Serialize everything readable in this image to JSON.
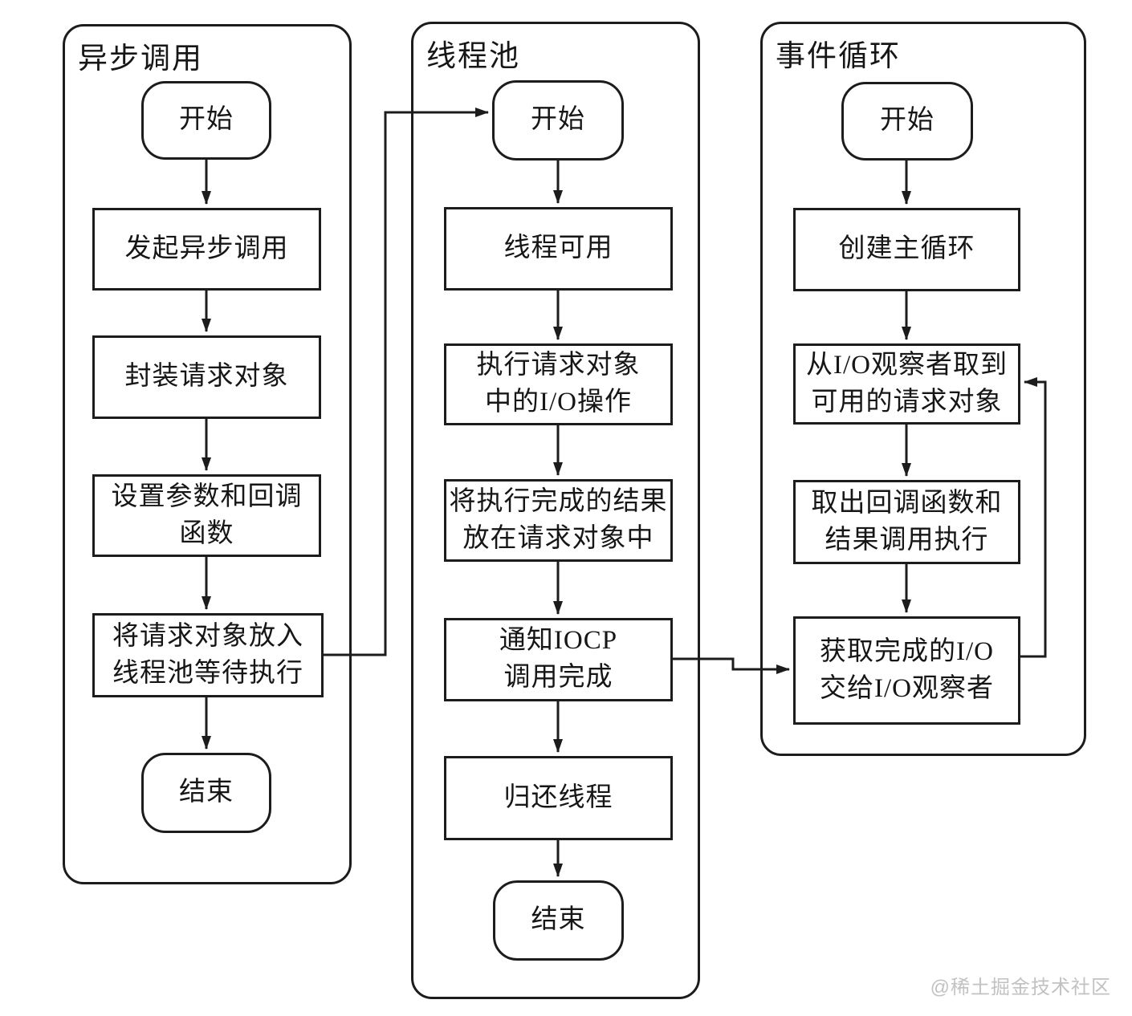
{
  "diagram": {
    "type": "flowchart",
    "colors": {
      "stroke": "#1c1c1c",
      "background": "#ffffff",
      "watermark": "#c2c2c2"
    },
    "watermark": "@稀土掘金技术社区"
  },
  "lanes": [
    {
      "title": "异步调用",
      "nodes": [
        {
          "type": "terminal",
          "lines": [
            "开始"
          ]
        },
        {
          "type": "process",
          "lines": [
            "发起异步调用"
          ]
        },
        {
          "type": "process",
          "lines": [
            "封装请求对象"
          ]
        },
        {
          "type": "process",
          "lines": [
            "设置参数和回调",
            "函数"
          ]
        },
        {
          "type": "process",
          "lines": [
            "将请求对象放入",
            "线程池等待执行"
          ]
        },
        {
          "type": "terminal",
          "lines": [
            "结束"
          ]
        }
      ]
    },
    {
      "title": "线程池",
      "nodes": [
        {
          "type": "terminal",
          "lines": [
            "开始"
          ]
        },
        {
          "type": "process",
          "lines": [
            "线程可用"
          ]
        },
        {
          "type": "process",
          "lines": [
            "执行请求对象",
            "中的I/O操作"
          ]
        },
        {
          "type": "process",
          "lines": [
            "将执行完成的结果",
            "放在请求对象中"
          ]
        },
        {
          "type": "process",
          "lines": [
            "通知IOCP",
            "调用完成"
          ]
        },
        {
          "type": "process",
          "lines": [
            "归还线程"
          ]
        },
        {
          "type": "terminal",
          "lines": [
            "结束"
          ]
        }
      ]
    },
    {
      "title": "事件循环",
      "nodes": [
        {
          "type": "terminal",
          "lines": [
            "开始"
          ]
        },
        {
          "type": "process",
          "lines": [
            "创建主循环"
          ]
        },
        {
          "type": "process",
          "lines": [
            "从I/O观察者取到",
            "可用的请求对象"
          ]
        },
        {
          "type": "process",
          "lines": [
            "取出回调函数和",
            "结果调用执行"
          ]
        },
        {
          "type": "process",
          "lines": [
            "获取完成的I/O",
            "交给I/O观察者"
          ]
        }
      ]
    }
  ],
  "edges": [
    {
      "from": "异步调用/将请求对象放入线程池等待执行",
      "to": "线程池/开始"
    },
    {
      "from": "线程池/通知IOCP调用完成",
      "to": "事件循环/获取完成的I/O交给I/O观察者"
    },
    {
      "from": "事件循环/获取完成的I/O交给I/O观察者",
      "to": "事件循环/从I/O观察者取到可用的请求对象"
    }
  ]
}
